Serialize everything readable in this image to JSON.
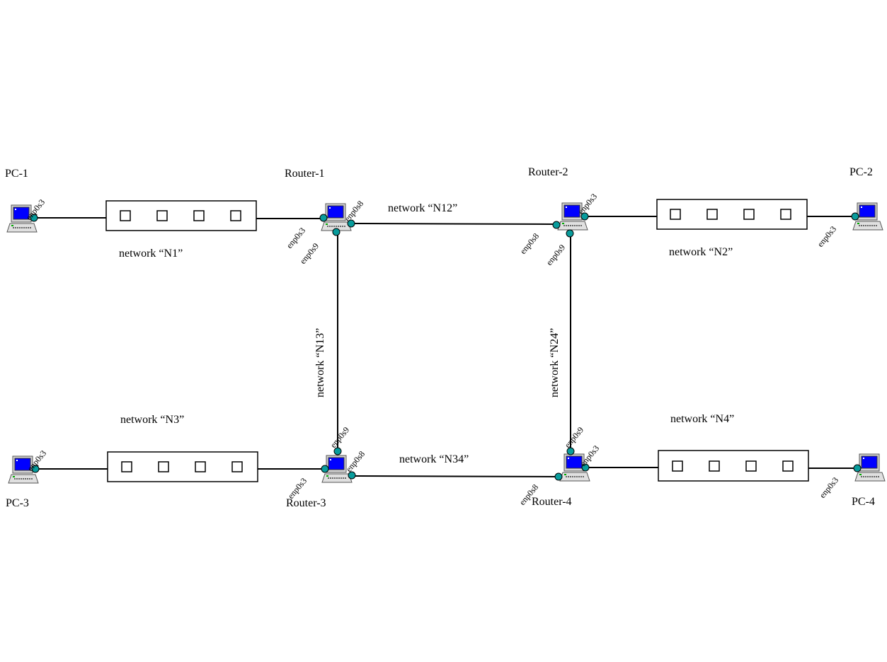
{
  "nodes": {
    "pc1": "PC-1",
    "pc2": "PC-2",
    "pc3": "PC-3",
    "pc4": "PC-4",
    "r1": "Router-1",
    "r2": "Router-2",
    "r3": "Router-3",
    "r4": "Router-4"
  },
  "networks": {
    "n1": "network “N1”",
    "n2": "network “N2”",
    "n3": "network “N3”",
    "n4": "network “N4”",
    "n12": "network “N12”",
    "n13": "network “N13”",
    "n24": "network “N24”",
    "n34": "network “N34”"
  },
  "interfaces": {
    "s3": "enp0s3",
    "s8": "enp0s8",
    "s9": "enp0s9"
  },
  "colors": {
    "screen": "#0000ff",
    "interface_dot": "#089c9c"
  }
}
